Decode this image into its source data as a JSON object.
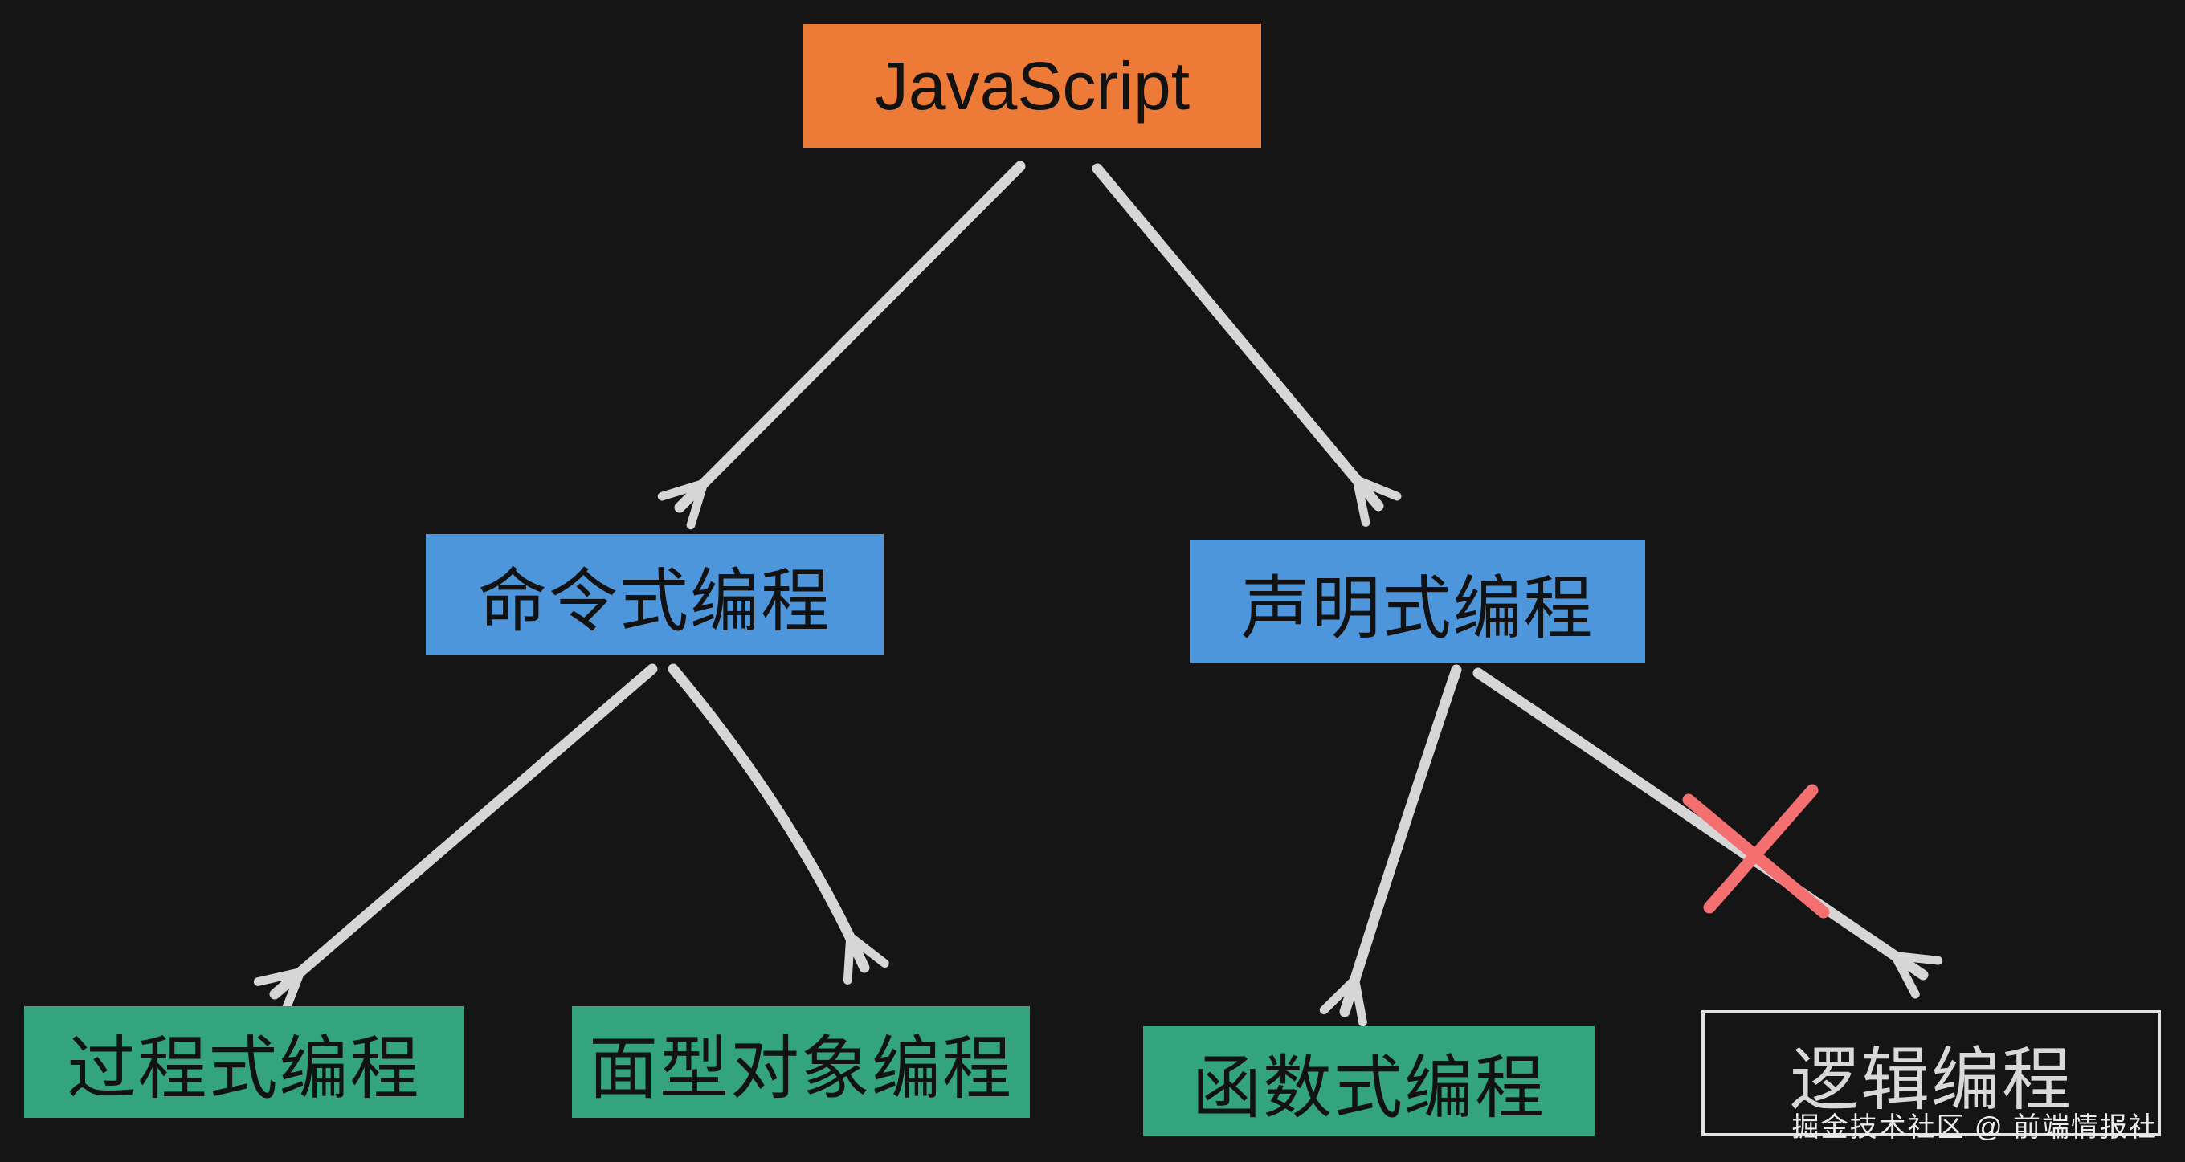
{
  "diagram": {
    "nodes": {
      "root": {
        "label": "JavaScript"
      },
      "imperative": {
        "label": "命令式编程"
      },
      "declarative": {
        "label": "声明式编程"
      },
      "procedural": {
        "label": "过程式编程"
      },
      "object_oriented": {
        "label": "面型对象编程"
      },
      "functional": {
        "label": "函数式编程"
      },
      "logic": {
        "label": "逻辑编程"
      }
    },
    "edges": [
      {
        "from": "JavaScript",
        "to": "命令式编程",
        "crossed_out": false
      },
      {
        "from": "JavaScript",
        "to": "声明式编程",
        "crossed_out": false
      },
      {
        "from": "命令式编程",
        "to": "过程式编程",
        "crossed_out": false
      },
      {
        "from": "命令式编程",
        "to": "面型对象编程",
        "crossed_out": false
      },
      {
        "from": "声明式编程",
        "to": "函数式编程",
        "crossed_out": false
      },
      {
        "from": "声明式编程",
        "to": "逻辑编程",
        "crossed_out": true
      }
    ],
    "watermark": {
      "text": "掘金技术社区 @ 前端情报社"
    }
  },
  "colors": {
    "background": "#151515",
    "root": "#ED7A36",
    "branch": "#4E96DC",
    "leaf": "#34A47F",
    "outline": "#E3E3E3",
    "arrow": "#D6D6D6",
    "cross": "#F47070",
    "node-text": "#121212",
    "light-text": "#D9D9D9",
    "watermark": "#ECECEC"
  }
}
